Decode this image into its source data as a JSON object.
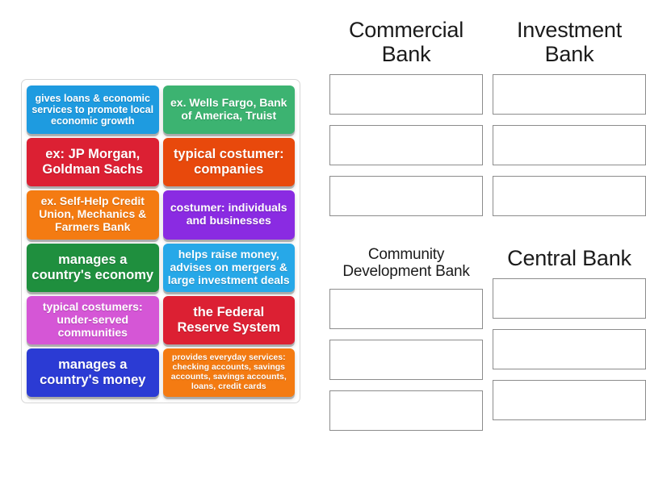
{
  "activity": {
    "type": "drag-and-drop-sorting",
    "tray": {
      "name": "answer-tiles",
      "tiles": [
        {
          "text": "gives loans & economic services to promote local economic growth",
          "color": "#1E9BE0",
          "size": "sm"
        },
        {
          "text": "ex. Wells Fargo, Bank of America, Truist",
          "color": "#3CB371",
          "size": "md"
        },
        {
          "text": "ex: JP Morgan, Goldman Sachs",
          "color": "#DC2033",
          "size": "lg"
        },
        {
          "text": "typical costumer: companies",
          "color": "#E8490C",
          "size": "lg"
        },
        {
          "text": "ex. Self-Help Credit Union, Mechanics & Farmers Bank",
          "color": "#F47B12",
          "size": "md"
        },
        {
          "text": "costumer: individuals and businesses",
          "color": "#8A2BE2",
          "size": "md"
        },
        {
          "text": "manages a country's economy",
          "color": "#1F8F3E",
          "size": "lg"
        },
        {
          "text": "helps raise money, advises on mergers & large investment deals",
          "color": "#27A8E8",
          "size": "md"
        },
        {
          "text": "typical costumers: under-served communities",
          "color": "#D556D6",
          "size": "md"
        },
        {
          "text": "the Federal Reserve System",
          "color": "#DC2033",
          "size": "lg"
        },
        {
          "text": "manages a country's money",
          "color": "#2B3BD4",
          "size": "lg"
        },
        {
          "text": "provides everyday services: checking accounts, savings accounts, savings accounts, loans, credit cards",
          "color": "#F47B12",
          "size": "xs"
        }
      ]
    },
    "categories": [
      {
        "title": "Commercial Bank",
        "title_size": "big",
        "slots": 3
      },
      {
        "title": "Investment Bank",
        "title_size": "big",
        "slots": 3
      },
      {
        "title": "Community Development Bank",
        "title_size": "small",
        "slots": 3
      },
      {
        "title": "Central Bank",
        "title_size": "big",
        "slots": 3
      }
    ]
  },
  "colors": {
    "background": "#ffffff",
    "tray_border": "#d6d6d6",
    "dropzone_border": "#8c8c8c",
    "title_text": "#1b1b1b",
    "tile_text": "#ffffff"
  }
}
